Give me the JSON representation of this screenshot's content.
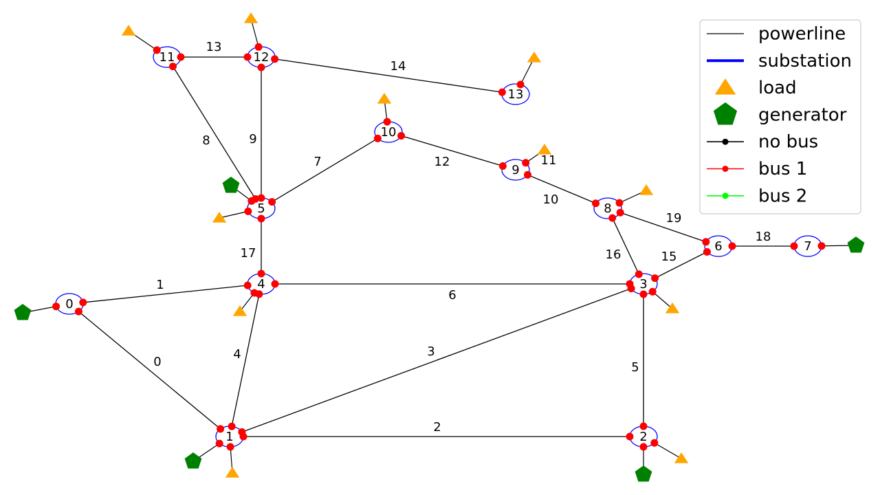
{
  "substations": [
    {
      "id": 0,
      "label": "0"
    },
    {
      "id": 1,
      "label": "1"
    },
    {
      "id": 2,
      "label": "2"
    },
    {
      "id": 3,
      "label": "3"
    },
    {
      "id": 4,
      "label": "4"
    },
    {
      "id": 5,
      "label": "5"
    },
    {
      "id": 6,
      "label": "6"
    },
    {
      "id": 7,
      "label": "7"
    },
    {
      "id": 8,
      "label": "8"
    },
    {
      "id": 9,
      "label": "9"
    },
    {
      "id": 10,
      "label": "10"
    },
    {
      "id": 11,
      "label": "11"
    },
    {
      "id": 12,
      "label": "12"
    },
    {
      "id": 13,
      "label": "13"
    }
  ],
  "powerlines": [
    {
      "label": "0",
      "from": 0,
      "to": 1
    },
    {
      "label": "1",
      "from": 0,
      "to": 4
    },
    {
      "label": "2",
      "from": 1,
      "to": 2
    },
    {
      "label": "3",
      "from": 1,
      "to": 3
    },
    {
      "label": "4",
      "from": 1,
      "to": 4
    },
    {
      "label": "5",
      "from": 2,
      "to": 3
    },
    {
      "label": "6",
      "from": 3,
      "to": 4
    },
    {
      "label": "7",
      "from": 5,
      "to": 10
    },
    {
      "label": "8",
      "from": 5,
      "to": 11
    },
    {
      "label": "9",
      "from": 5,
      "to": 12
    },
    {
      "label": "10",
      "from": 8,
      "to": 9
    },
    {
      "label": "11",
      "from": 9,
      "to": 10
    },
    {
      "label": "12",
      "from": 10,
      "to": 9
    },
    {
      "label": "13",
      "from": 11,
      "to": 12
    },
    {
      "label": "14",
      "from": 12,
      "to": 13
    },
    {
      "label": "15",
      "from": 3,
      "to": 6
    },
    {
      "label": "16",
      "from": 3,
      "to": 8
    },
    {
      "label": "17",
      "from": 4,
      "to": 5
    },
    {
      "label": "18",
      "from": 6,
      "to": 7
    },
    {
      "label": "19",
      "from": 6,
      "to": 8
    }
  ],
  "loads": [
    1,
    2,
    3,
    4,
    5,
    8,
    9,
    10,
    11,
    12,
    13
  ],
  "generators": [
    0,
    1,
    2,
    5,
    7
  ],
  "legend": {
    "items": [
      {
        "label": "powerline",
        "kind": "line",
        "color": "#000000"
      },
      {
        "label": "substation",
        "kind": "thick-line",
        "color": "#0000ff"
      },
      {
        "label": "load",
        "kind": "triangle",
        "color": "#ffa500"
      },
      {
        "label": "generator",
        "kind": "pentagon",
        "color": "#008000"
      },
      {
        "label": "no bus",
        "kind": "line-dot",
        "color": "#000000"
      },
      {
        "label": "bus 1",
        "kind": "line-dot",
        "color": "#ff0000"
      },
      {
        "label": "bus 2",
        "kind": "line-dot",
        "color": "#00ff00"
      }
    ]
  },
  "colors": {
    "powerline": "#000000",
    "substation": "#0000ff",
    "load": "#ffa500",
    "generator": "#008000",
    "bus1": "#ff0000",
    "bus2": "#00ff00"
  }
}
